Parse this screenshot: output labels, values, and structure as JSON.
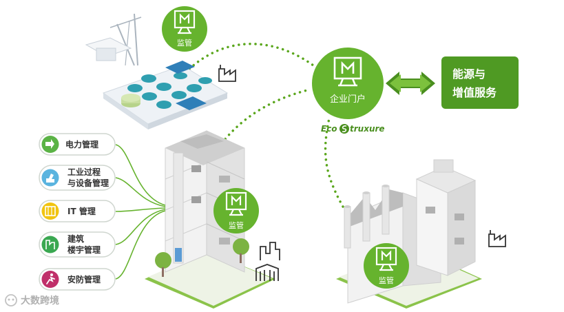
{
  "nodes": {
    "monitor_top": {
      "label": "监管"
    },
    "monitor_building": {
      "label": "监管"
    },
    "monitor_factory": {
      "label": "监管"
    },
    "portal": {
      "label": "企业门户",
      "brand_prefix": "Eco",
      "brand_suffix": "truxure"
    },
    "energy_box": {
      "line1": "能源与",
      "line2": "增值服务"
    }
  },
  "categories": [
    {
      "id": "power",
      "label_lines": [
        "电力管理"
      ],
      "color": "#5bb346"
    },
    {
      "id": "industrial",
      "label_lines": [
        "工业过程",
        "与设备管理"
      ],
      "color": "#5ab4df"
    },
    {
      "id": "it",
      "label_lines": [
        "IT 管理"
      ],
      "color": "#f1c40f"
    },
    {
      "id": "building",
      "label_lines": [
        "建筑",
        "楼宇管理"
      ],
      "color": "#3aa851"
    },
    {
      "id": "security",
      "label_lines": [
        "安防管理"
      ],
      "color": "#c0306a"
    }
  ],
  "watermark": "大数跨境",
  "colors": {
    "green": "#66b32e",
    "dark_green": "#4a8f1f",
    "box_green": "#4f9a23",
    "dots": "#5aa61c"
  }
}
